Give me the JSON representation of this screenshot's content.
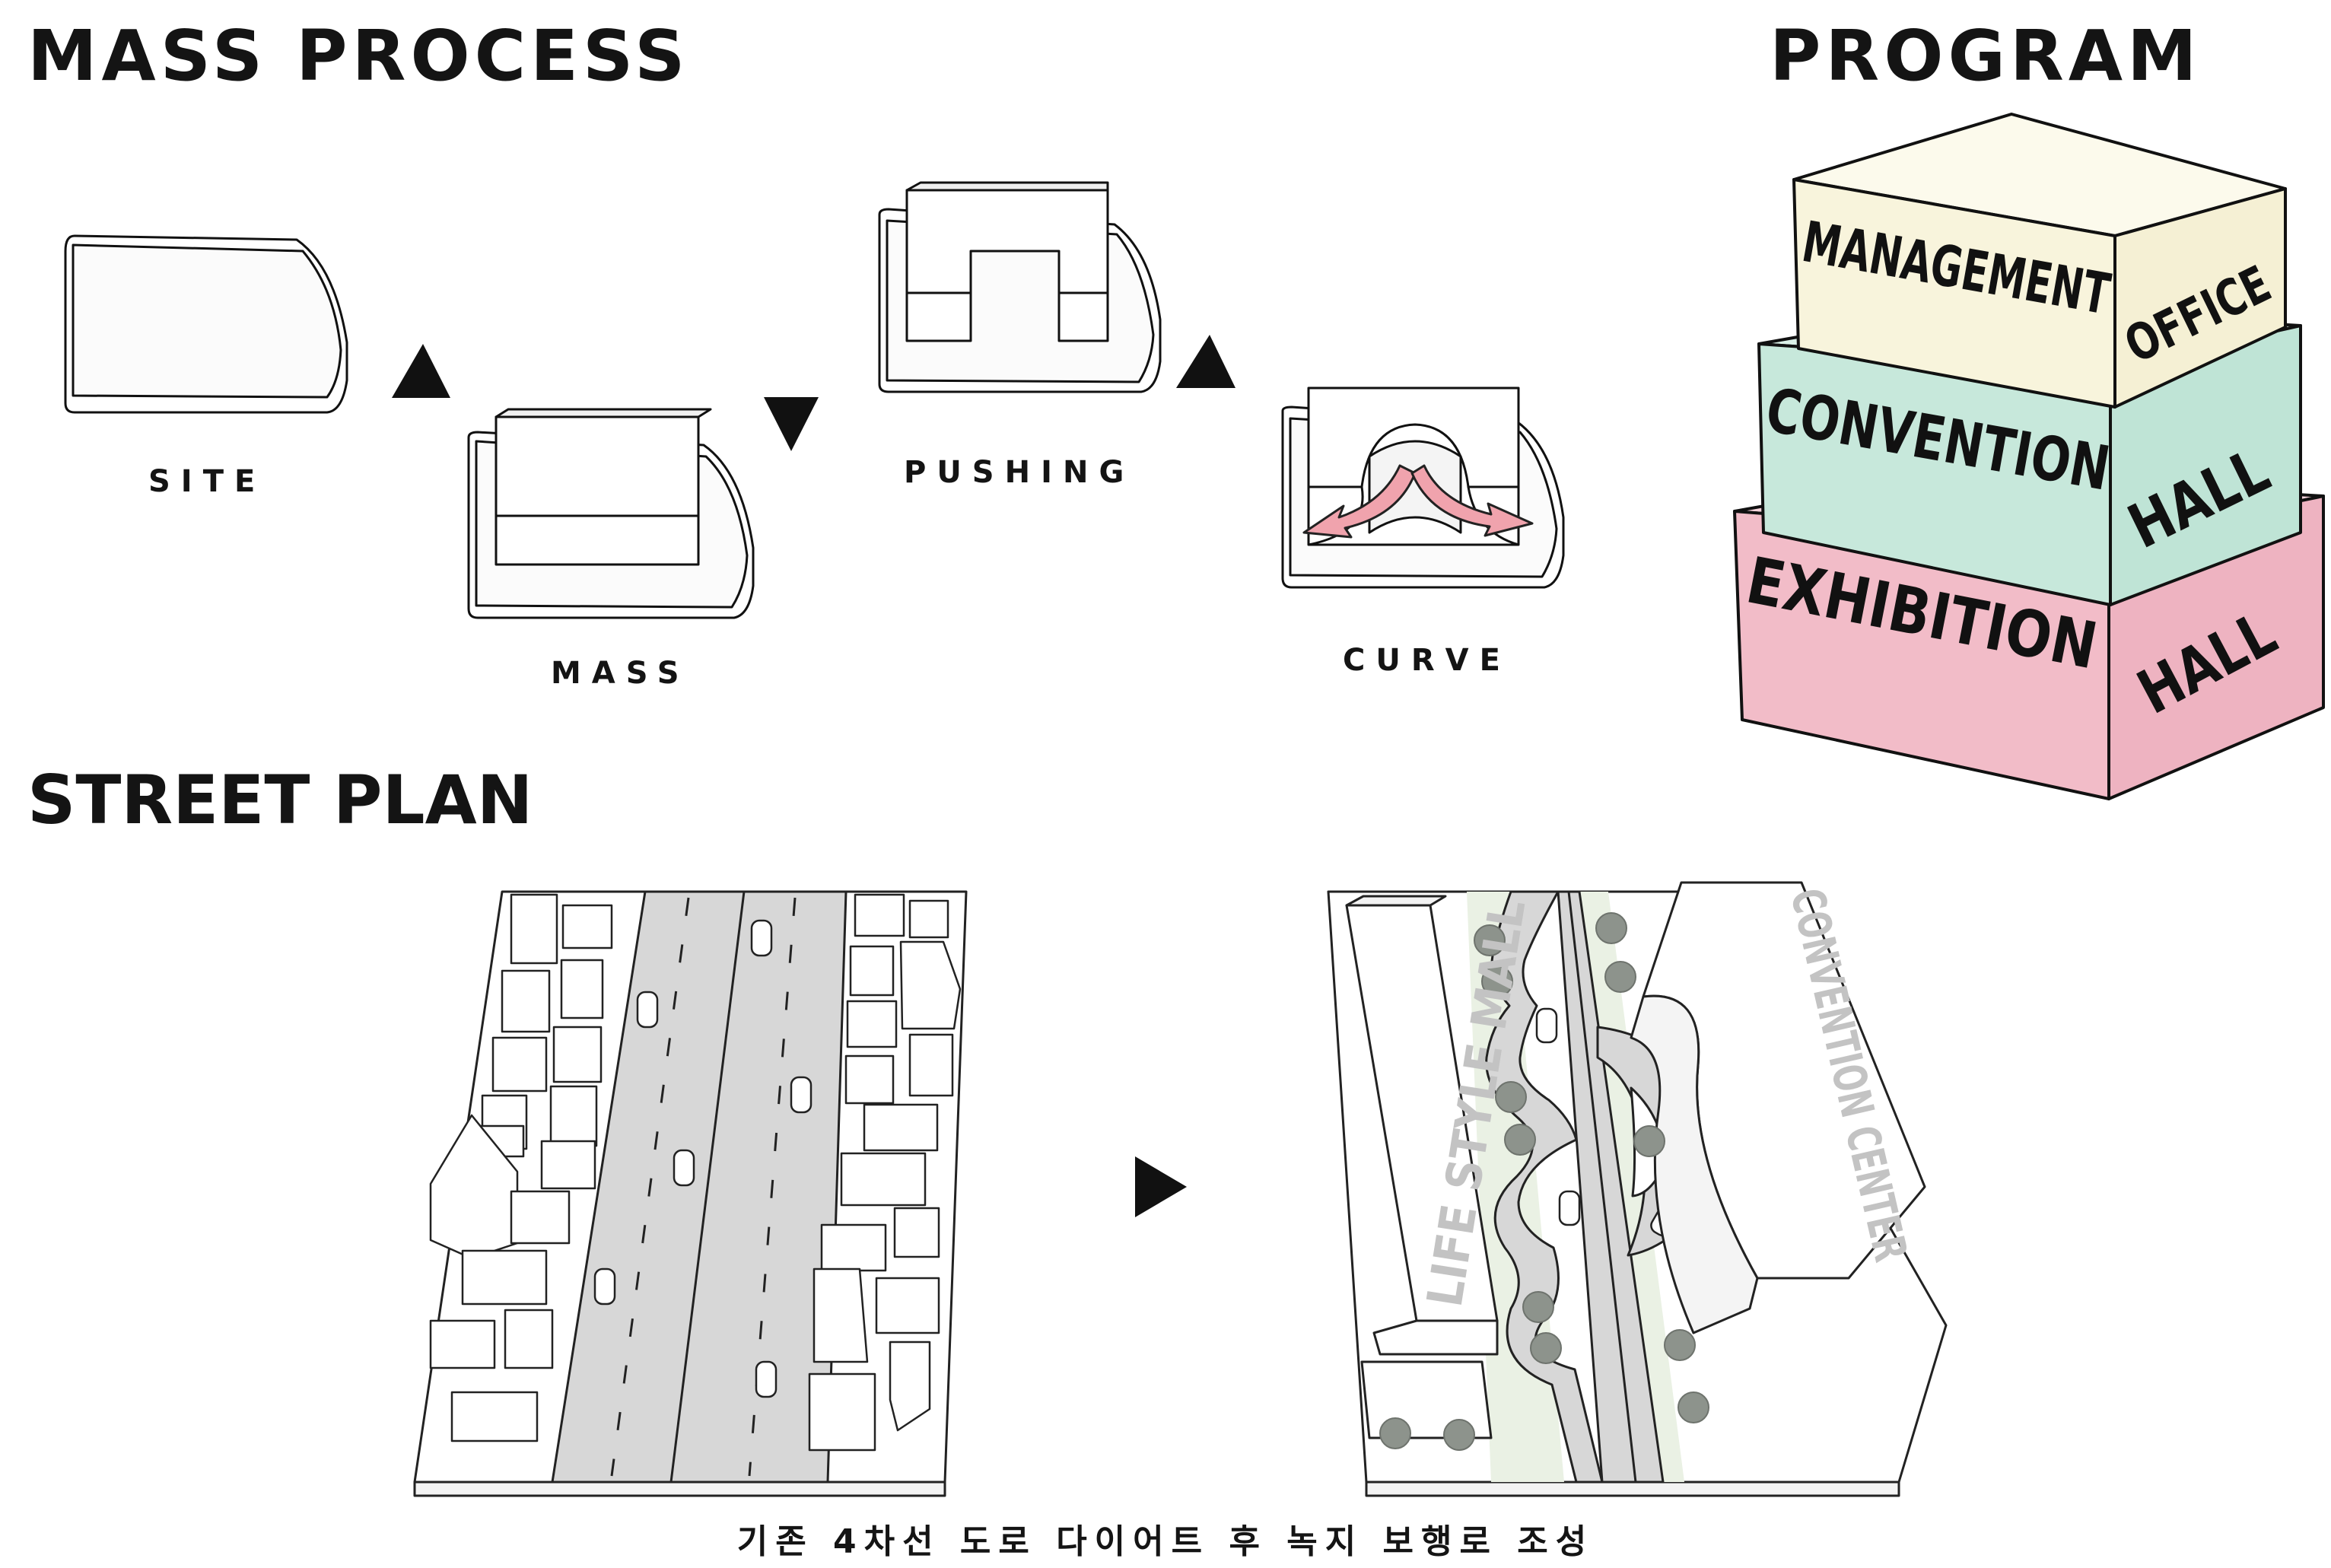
{
  "headings": {
    "mass_process": "MASS PROCESS",
    "program": "PROGRAM",
    "street_plan": "STREET PLAN"
  },
  "mass_steps": {
    "site": "SITE",
    "mass": "MASS",
    "pushing": "PUSHING",
    "curve": "CURVE"
  },
  "program_blocks": {
    "top": {
      "front": "MANAGEMENT",
      "side": "OFFICE",
      "color": "#f8f4dc"
    },
    "middle": {
      "front": "CONVENTION",
      "side": "HALL",
      "color": "#c7e8db"
    },
    "bottom": {
      "front": "EXHIBITION",
      "side": "HALL",
      "color": "#f2bcc8"
    }
  },
  "street_plan": {
    "building_left": "LIFE STYLE MALL",
    "building_right": "CONVENTION CENTER",
    "caption": "기존 4차선 도로 다이어트 후 녹지 보행로 조성"
  },
  "colors": {
    "road": "#d7d7d7",
    "green": "#eaf1e4",
    "arrow": "#f0a3ad",
    "tree": "#8d938c"
  }
}
